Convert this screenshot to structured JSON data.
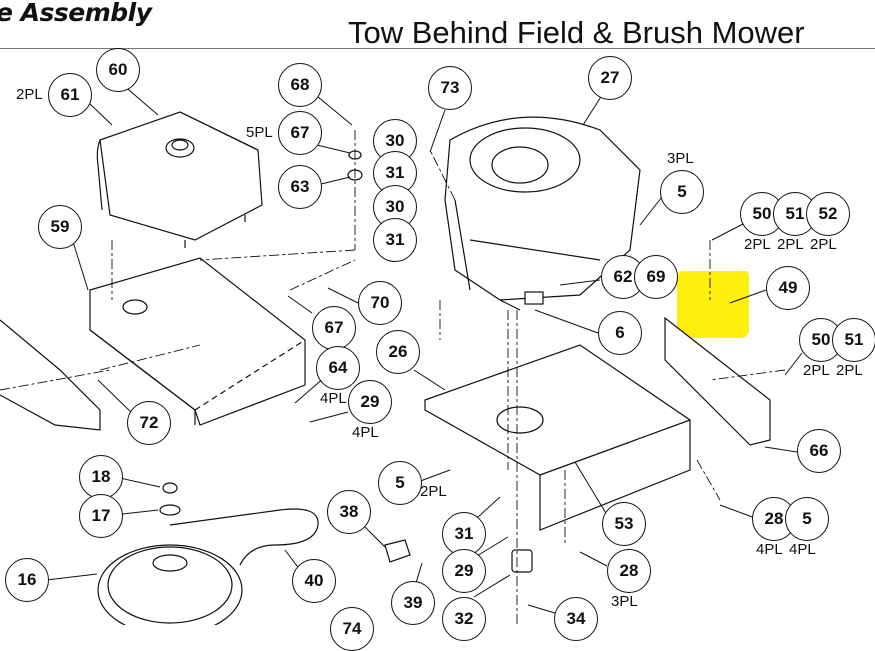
{
  "header": {
    "section_title": "e Assembly",
    "product_title": "Tow Behind Field & Brush Mower"
  },
  "highlight": {
    "part": "49",
    "color": "#ffee00"
  },
  "callouts": [
    {
      "id": "c60",
      "label": "60"
    },
    {
      "id": "c61",
      "label": "61",
      "qty": "2PL"
    },
    {
      "id": "c68",
      "label": "68"
    },
    {
      "id": "c67a",
      "label": "67",
      "qty": "5PL"
    },
    {
      "id": "c63",
      "label": "63"
    },
    {
      "id": "c73",
      "label": "73"
    },
    {
      "id": "c30a",
      "label": "30"
    },
    {
      "id": "c31a",
      "label": "31"
    },
    {
      "id": "c30b",
      "label": "30"
    },
    {
      "id": "c31b",
      "label": "31"
    },
    {
      "id": "c27",
      "label": "27"
    },
    {
      "id": "c5a",
      "label": "5",
      "qty": "3PL"
    },
    {
      "id": "c50a",
      "label": "50",
      "qty": "2PL"
    },
    {
      "id": "c51a",
      "label": "51",
      "qty": "2PL"
    },
    {
      "id": "c52",
      "label": "52",
      "qty": "2PL"
    },
    {
      "id": "c59",
      "label": "59"
    },
    {
      "id": "c62",
      "label": "62"
    },
    {
      "id": "c69",
      "label": "69"
    },
    {
      "id": "c49",
      "label": "49"
    },
    {
      "id": "c70",
      "label": "70"
    },
    {
      "id": "c67b",
      "label": "67"
    },
    {
      "id": "c6",
      "label": "6"
    },
    {
      "id": "c50b",
      "label": "50",
      "qty": "2PL"
    },
    {
      "id": "c51b",
      "label": "51",
      "qty": "2PL"
    },
    {
      "id": "c26",
      "label": "26"
    },
    {
      "id": "c64",
      "label": "64",
      "qty": "4PL"
    },
    {
      "id": "c29a",
      "label": "29",
      "qty": "4PL"
    },
    {
      "id": "c72",
      "label": "72"
    },
    {
      "id": "c66",
      "label": "66"
    },
    {
      "id": "c18",
      "label": "18"
    },
    {
      "id": "c5b",
      "label": "5",
      "qty": "2PL"
    },
    {
      "id": "c17",
      "label": "17"
    },
    {
      "id": "c38",
      "label": "38"
    },
    {
      "id": "c53",
      "label": "53"
    },
    {
      "id": "c28a",
      "label": "28",
      "qty": "4PL"
    },
    {
      "id": "c5c",
      "label": "5",
      "qty": "4PL"
    },
    {
      "id": "c31c",
      "label": "31"
    },
    {
      "id": "c16",
      "label": "16"
    },
    {
      "id": "c40",
      "label": "40"
    },
    {
      "id": "c29b",
      "label": "29"
    },
    {
      "id": "c28b",
      "label": "28",
      "qty": "3PL"
    },
    {
      "id": "c39",
      "label": "39"
    },
    {
      "id": "c32",
      "label": "32"
    },
    {
      "id": "c34",
      "label": "34"
    },
    {
      "id": "c74",
      "label": "74"
    }
  ]
}
